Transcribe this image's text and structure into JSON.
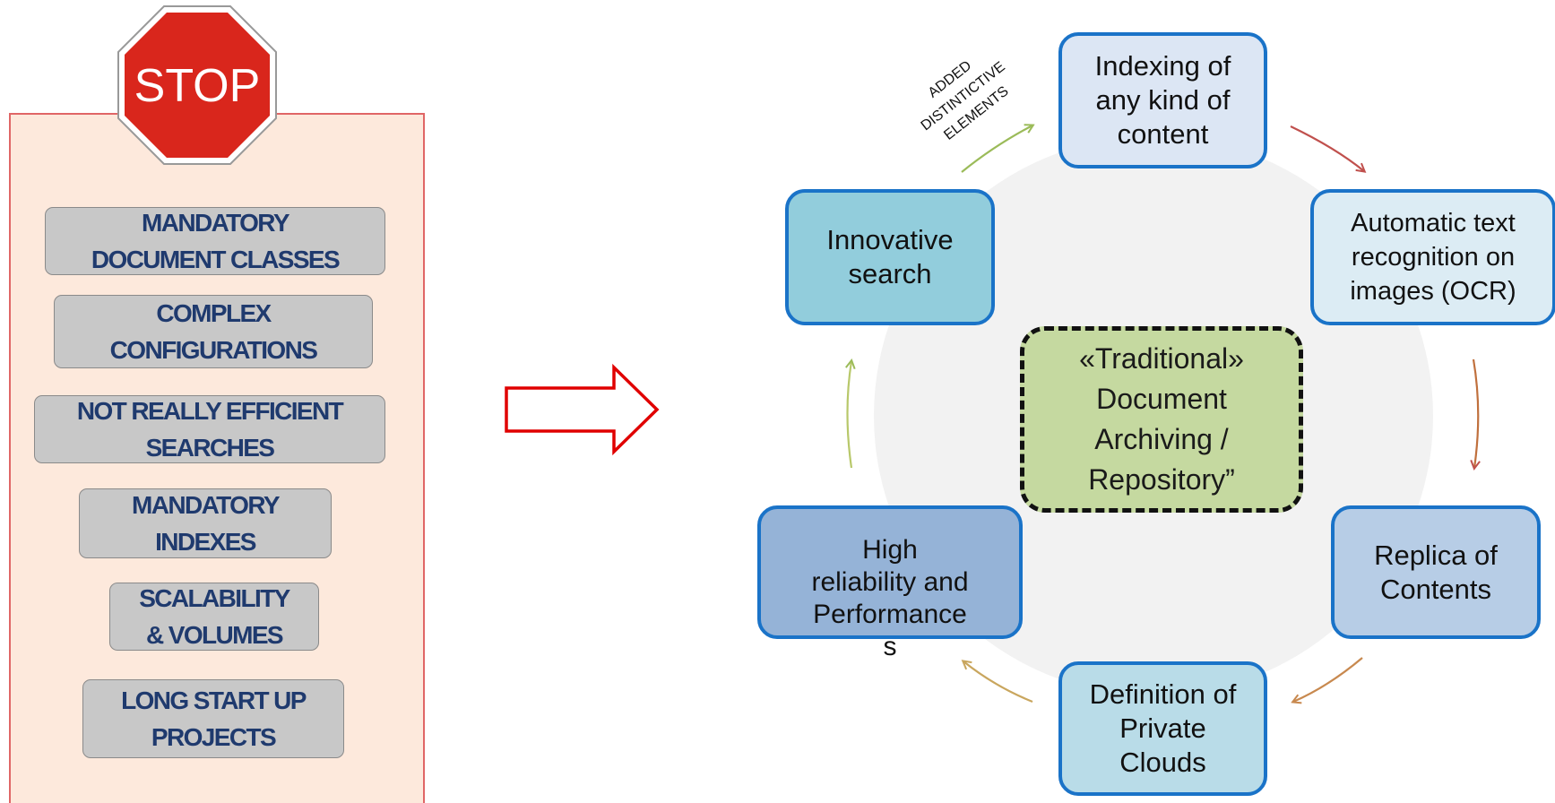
{
  "left_panel": {
    "stop_sign": {
      "text": "STOP",
      "color": "#d9261c"
    },
    "issues": [
      {
        "label": "MANDATORY\nDOCUMENT CLASSES"
      },
      {
        "label": "COMPLEX\nCONFIGURATIONS"
      },
      {
        "label": "NOT REALLY EFFICIENT\nSEARCHES"
      },
      {
        "label": "MANDATORY\nINDEXES"
      },
      {
        "label": "SCALABILITY\n& VOLUMES"
      },
      {
        "label": "LONG START UP\nPROJECTS"
      }
    ]
  },
  "transition_arrow": {
    "icon": "right-arrow-icon",
    "color": "#e00000"
  },
  "cycle": {
    "center": "«Traditional»\nDocument\nArchiving /\nRepository”",
    "added_label": "ADDED\nDISTINTICTIVE\nELEMENTS",
    "nodes": [
      {
        "id": "indexing",
        "label": "Indexing of\nany kind of\ncontent",
        "color": "#dce6f4"
      },
      {
        "id": "ocr",
        "label": "Automatic text\nrecognition on\nimages (OCR)",
        "color": "#dcecf4"
      },
      {
        "id": "replica",
        "label": "Replica of\nContents",
        "color": "#b7cde6"
      },
      {
        "id": "private-clouds",
        "label": "Definition of\nPrivate\nClouds",
        "color": "#b9dce8"
      },
      {
        "id": "reliability",
        "label": "High\nreliability and\nPerformance\ns",
        "color": "#95b3d7"
      },
      {
        "id": "innovative-search",
        "label": "Innovative\nsearch",
        "color": "#92cddc"
      }
    ]
  }
}
